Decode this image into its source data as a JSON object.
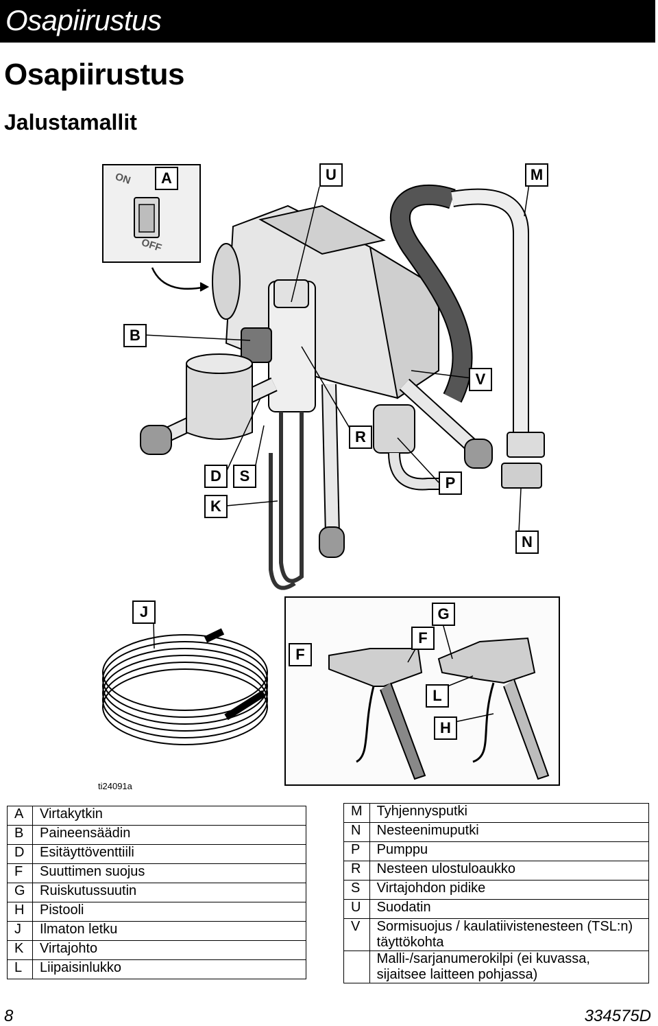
{
  "header": {
    "title": "Osapiirustus"
  },
  "page_title": "Osapiirustus",
  "section_title": "Jalustamallit",
  "switch_labels": {
    "on": "ON",
    "off": "OFF"
  },
  "callouts": {
    "A": "A",
    "U": "U",
    "M": "M",
    "B": "B",
    "V": "V",
    "R": "R",
    "D": "D",
    "S": "S",
    "P": "P",
    "K": "K",
    "N": "N",
    "J": "J",
    "G": "G",
    "F1": "F",
    "F2": "F",
    "L": "L",
    "H": "H"
  },
  "figure_id": "ti24091a",
  "legend_left": [
    {
      "key": "A",
      "label": "Virtakytkin"
    },
    {
      "key": "B",
      "label": "Paineensäädin"
    },
    {
      "key": "D",
      "label": "Esitäyttöventtiili"
    },
    {
      "key": "F",
      "label": "Suuttimen suojus"
    },
    {
      "key": "G",
      "label": "Ruiskutussuutin"
    },
    {
      "key": "H",
      "label": "Pistooli"
    },
    {
      "key": "J",
      "label": "Ilmaton letku"
    },
    {
      "key": "K",
      "label": "Virtajohto"
    },
    {
      "key": "L",
      "label": "Liipaisinlukko"
    }
  ],
  "legend_right": [
    {
      "key": "M",
      "label": "Tyhjennysputki"
    },
    {
      "key": "N",
      "label": "Nesteenimuputki"
    },
    {
      "key": "P",
      "label": "Pumppu"
    },
    {
      "key": "R",
      "label": "Nesteen ulostuloaukko"
    },
    {
      "key": "S",
      "label": "Virtajohdon pidike"
    },
    {
      "key": "U",
      "label": "Suodatin"
    },
    {
      "key": "V",
      "label": "Sormisuojus / kaulatiivistenesteen (TSL:n) täyttökohta"
    },
    {
      "key": "",
      "label": "Malli-/sarjanumerokilpi (ei kuvassa, sijaitsee laitteen pohjassa)"
    }
  ],
  "footer": {
    "page_number": "8",
    "doc_code": "334575D"
  }
}
